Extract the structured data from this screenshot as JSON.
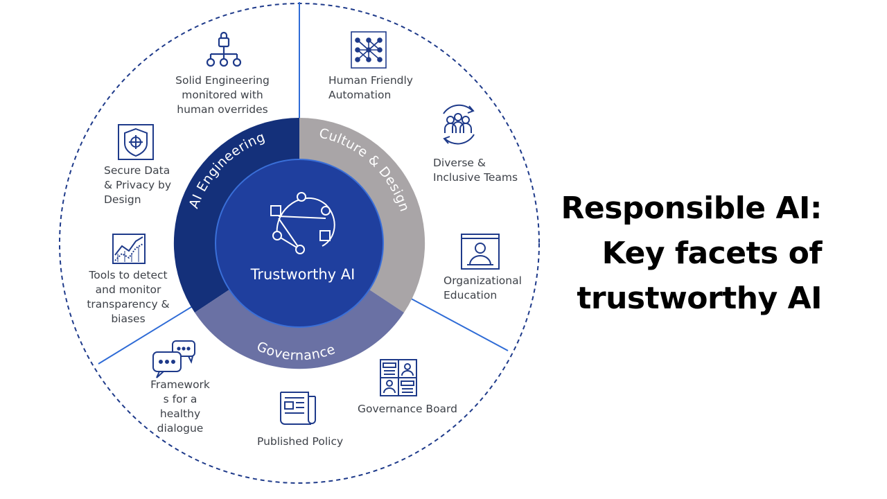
{
  "colors": {
    "ring_ai_engineering": "#14307a",
    "ring_culture_design": "#a9a5a7",
    "ring_governance": "#6a71a4",
    "core": "#1f3f9e",
    "accent_line": "#2e6bd6",
    "dashed_outline": "#1e3a8a",
    "icon": "#1e3a8a",
    "label_text": "#3d4148",
    "headline_text": "#000000"
  },
  "core": {
    "label": "Trustworthy AI",
    "icon": "network-graph-icon"
  },
  "ring": [
    {
      "label": "AI Engineering"
    },
    {
      "label": "Culture & Design"
    },
    {
      "label": "Governance"
    }
  ],
  "facets": {
    "solid_engineering": {
      "text": "Solid Engineering\nmonitored with\nhuman overrides",
      "icon": "hierarchy-lock-icon"
    },
    "human_automation": {
      "text": "Human Friendly\nAutomation",
      "icon": "neural-network-icon"
    },
    "secure_data": {
      "text": "Secure Data\n& Privacy by\nDesign",
      "icon": "shield-target-icon"
    },
    "diverse_teams": {
      "text": "Diverse &\nInclusive Teams",
      "icon": "group-cycle-icon"
    },
    "tools_detect": {
      "text": "Tools to detect\nand monitor\ntransparency &\nbiases",
      "icon": "trend-chart-icon"
    },
    "org_education": {
      "text": "Organizational\nEducation",
      "icon": "presenter-screen-icon"
    },
    "frameworks": {
      "text": "Framework\ns for a\nhealthy\ndialogue",
      "icon": "chat-bubbles-icon"
    },
    "published_policy": {
      "text": "Published Policy",
      "icon": "document-icon"
    },
    "governance_board": {
      "text": "Governance Board",
      "icon": "board-dashboard-icon"
    }
  },
  "headline": [
    "Responsible AI:",
    "Key facets of",
    "trustworthy AI"
  ]
}
